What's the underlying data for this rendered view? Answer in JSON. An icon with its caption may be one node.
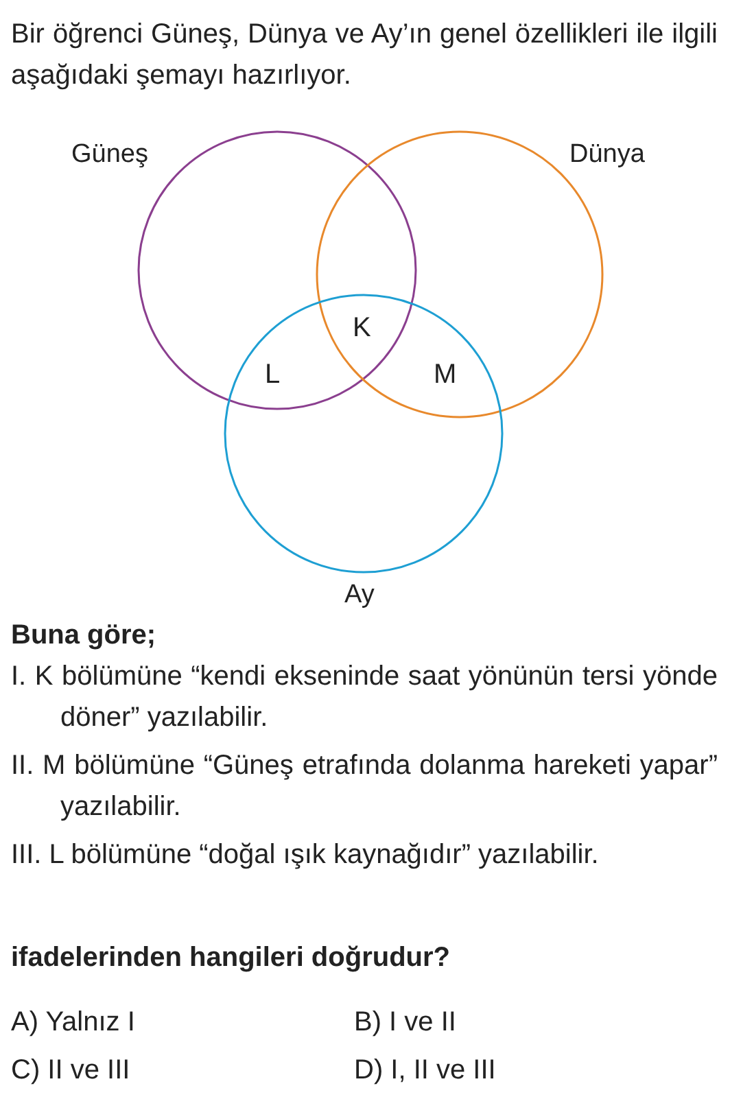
{
  "diagram": {
    "nodes": [
      {
        "text": [
          "Güneş"
        ]
      },
      {
        "text": [
          "Dünya"
        ]
      },
      {
        "text": [
          "Ay"
        ]
      }
    ],
    "labels": [
      "Bir öğrenci Güneş, Dünya ve Ay’ın genel özellikleri ile ilgili aşağıdaki şemayı hazırlıyor.",
      "K",
      "L",
      "M",
      "Buna göre;",
      "I. K bölümüne “kendi ekseninde saat yönünün tersi yönde döner” yazılabilir.",
      "II. M bölümüne “Güneş etrafında dolanma hareketi yapar” yazılabilir.",
      "III. L bölümüne “doğal ışık kaynağıdır” yazılabilir.",
      "ifadelerinden hangileri doğrudur?",
      "A) Yalnız I",
      "B) I ve II",
      "C) II ve III",
      "D) I, II ve III"
    ]
  }
}
